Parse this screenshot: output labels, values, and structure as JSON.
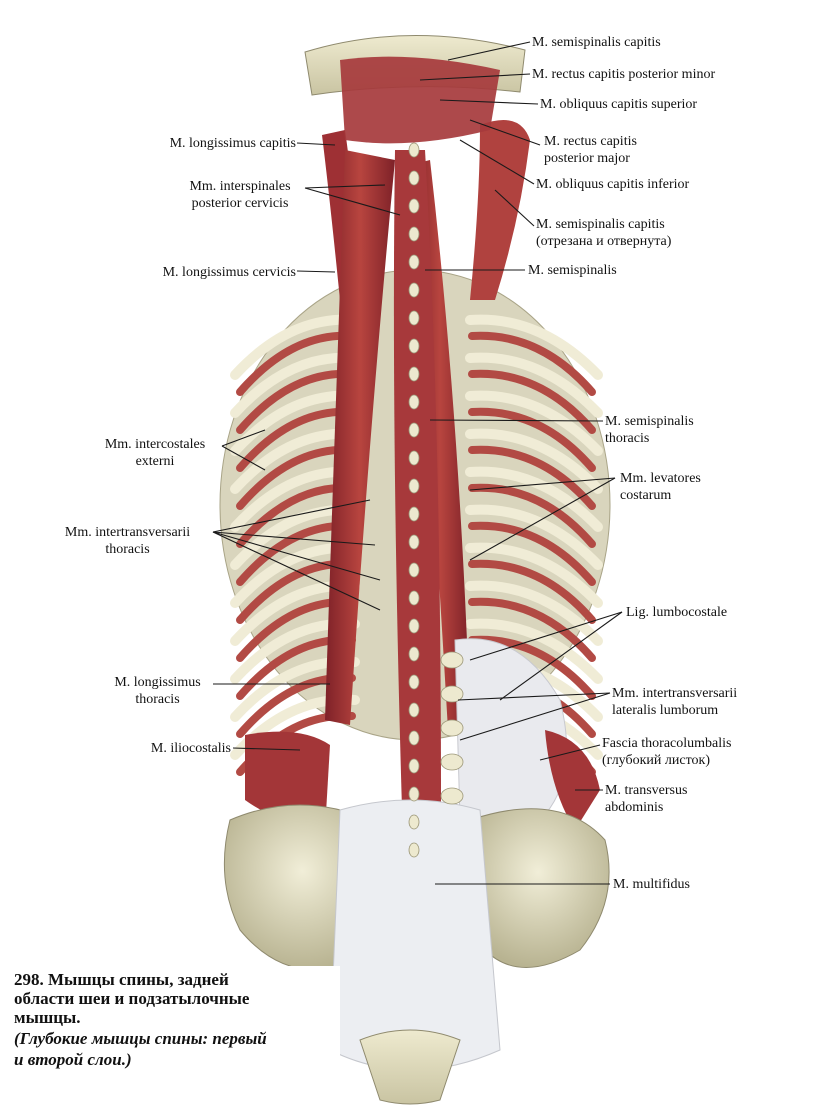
{
  "colors": {
    "muscle": "#a8343a",
    "muscle_dark": "#7e2128",
    "muscle_light": "#c9665e",
    "bone": "#e6e1c8",
    "bone_shade": "#b9b596",
    "fascia": "#e9eaee",
    "leader": "#1a1a1a"
  },
  "labels": {
    "semispinalis_capitis_top": "M. semispinalis capitis",
    "rectus_capitis_posterior_minor": "M. rectus capitis posterior minor",
    "obliquus_capitis_superior": "M. obliquus capitis superior",
    "rectus_capitis_posterior_major_1": "M. rectus capitis",
    "rectus_capitis_posterior_major_2": "posterior major",
    "obliquus_capitis_inferior": "M. obliquus capitis inferior",
    "semispinalis_capitis_cut_1": "M. semispinalis capitis",
    "semispinalis_capitis_cut_2": "(отрезана и отвернута)",
    "semispinalis": "M. semispinalis",
    "longissimus_capitis": "M. longissimus  capitis",
    "interspinales_1": "Mm. interspinales",
    "interspinales_2": "posterior cervicis",
    "longissimus_cervicis": "M. longissimus cervicis",
    "semispinalis_thoracis_1": "M. semispinalis",
    "semispinalis_thoracis_2": "thoracis",
    "intercostales_1": "Mm. intercostales",
    "intercostales_2": "externi",
    "levatores_1": "Mm. levatores",
    "levatores_2": "costarum",
    "intertransversarii_thoracis_1": "Mm. intertransversarii",
    "intertransversarii_thoracis_2": "thoracis",
    "lumbocostale": "Lig. lumbocostale",
    "longissimus_thoracis_1": "M. longissimus",
    "longissimus_thoracis_2": "thoracis",
    "intertransversarii_lumborum_1": "Mm. intertransversarii",
    "intertransversarii_lumborum_2": "lateralis lumborum",
    "iliocostalis": "M. iliocostalis",
    "fascia_1": "Fascia thoracolumbalis",
    "fascia_2": "(глубокий листок)",
    "transversus_1": "M. transversus",
    "transversus_2": "abdominis",
    "multifidus": "M. multifidus"
  },
  "caption": {
    "line1": "298. Мышцы спины, задней",
    "line2": "области шеи и подзатылочные",
    "line3": "мышцы.",
    "line4": "(Глубокие мышцы спины: первый",
    "line5": "и второй слои.)"
  }
}
